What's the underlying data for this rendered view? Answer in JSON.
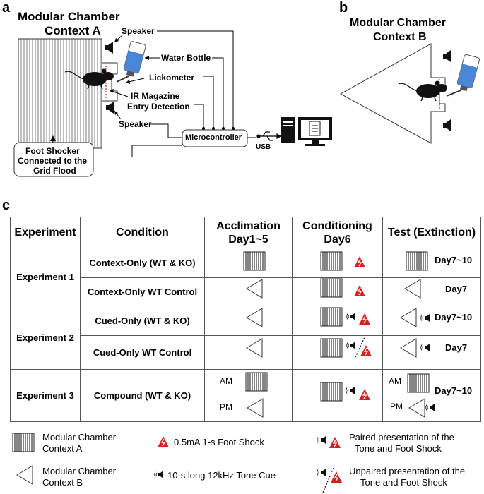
{
  "panel_a": {
    "letter": "a",
    "title_line1": "Modular Chamber",
    "title_line2": "Context A",
    "speaker_top": "Speaker",
    "water_bottle": "Water Bottle",
    "lickometer": "Lickometer",
    "ir_line1": "IR Magazine",
    "ir_line2": "Entry Detection",
    "speaker_bottom": "Speaker",
    "microcontroller": "Microcontroller",
    "usb": "USB",
    "foot_shocker_line1": "Foot Shocker",
    "foot_shocker_line2": "Connected to the",
    "foot_shocker_line3": "Grid Flood"
  },
  "panel_b": {
    "letter": "b",
    "title_line1": "Modular Chamber",
    "title_line2": "Context B"
  },
  "panel_c": {
    "letter": "c",
    "headers": {
      "experiment": "Experiment",
      "condition": "Condition",
      "acclimation_line1": "Acclimation",
      "acclimation_line2": "Day1~5",
      "conditioning_line1": "Conditioning",
      "conditioning_line2": "Day6",
      "test": "Test (Extinction)"
    },
    "experiments": [
      "Experiment 1",
      "Experiment 2",
      "Experiment 3"
    ],
    "conditions": [
      "Context-Only (WT & KO)",
      "Context-Only WT Control",
      "Cued-Only (WT & KO)",
      "Cued-Only WT Control",
      "Compound (WT & KO)"
    ],
    "test_days": [
      "Day7~10",
      "Day7",
      "Day7~10",
      "Day7",
      "Day7~10"
    ],
    "am": "AM",
    "pm": "PM",
    "am_test": "AM",
    "pm_test": "PM"
  },
  "legend": {
    "context_a_line1": "Modular Chamber",
    "context_a_line2": "Context A",
    "context_b_line1": "Modular Chamber",
    "context_b_line2": "Context B",
    "foot_shock": "0.5mA 1-s Foot Shock",
    "tone_cue": "10-s long 12kHz Tone Cue",
    "paired_line1": "Paired presentation of the",
    "paired_line2": "Tone and Foot Shock",
    "unpaired_line1": "Unpaired presentation of the",
    "unpaired_line2": "Tone and Foot Shock"
  },
  "colors": {
    "shock_red": "#d9201e",
    "bottle_blue": "#4a86d8",
    "ir_line": "#d9201e"
  }
}
